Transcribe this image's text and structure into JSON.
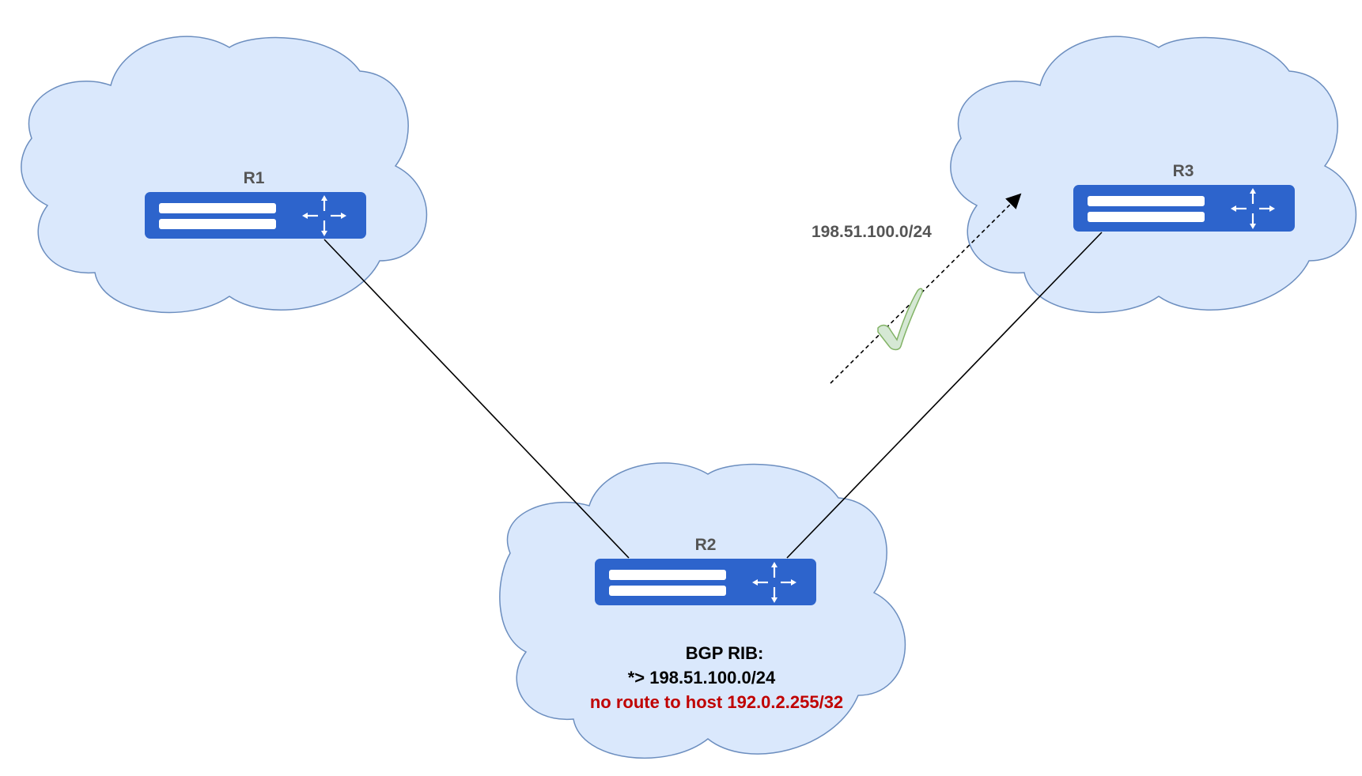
{
  "routers": {
    "r1": {
      "label": "R1"
    },
    "r2": {
      "label": "R2"
    },
    "r3": {
      "label": "R3"
    }
  },
  "advertisement": {
    "prefix": "198.51.100.0/24"
  },
  "r2_rib": {
    "title": "BGP RIB:",
    "entry": "*> 198.51.100.0/24",
    "error": "no route to host 192.0.2.255/32"
  },
  "colors": {
    "cloud_fill": "#dae8fc",
    "cloud_stroke": "#6c8ebf",
    "router_fill": "#2d64cc",
    "label_text": "#555555",
    "rib_text": "#000000",
    "error_text": "#c00000",
    "check_fill": "#d5e8d4",
    "check_stroke": "#82b366"
  },
  "icons": {
    "router": "router-icon",
    "check": "checkmark-icon"
  }
}
